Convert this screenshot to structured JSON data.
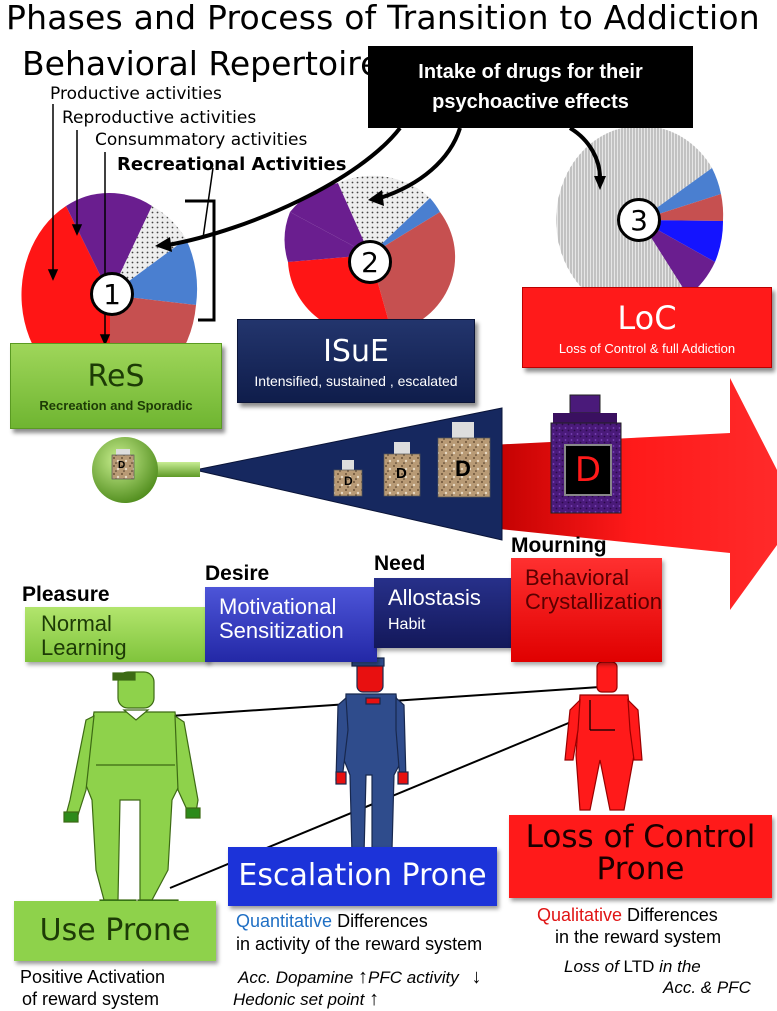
{
  "title": "Phases and Process of Transition to Addiction",
  "repertoire": {
    "heading": "Behavioral Repertoire:",
    "activities": [
      "Productive activities",
      "Reproductive activities",
      "Consummatory activities",
      "Recreational Activities"
    ]
  },
  "intake": {
    "line1": "Intake of drugs for their",
    "line2": "psychoactive effects"
  },
  "pies": [
    {
      "number": "1",
      "slices": [
        "red",
        "purple",
        "dotted",
        "blue",
        "brown"
      ]
    },
    {
      "number": "2",
      "slices": [
        "purple",
        "dotted",
        "blue",
        "brown",
        "red"
      ]
    },
    {
      "number": "3",
      "slices": [
        "hatched",
        "blue",
        "brown",
        "bright-blue",
        "purple"
      ]
    }
  ],
  "phases": {
    "res": {
      "main": "ReS",
      "sub": "Recreation and Sporadic"
    },
    "isue": {
      "main": "ISuE",
      "sub": "Intensified, sustained , escalated"
    },
    "loc": {
      "main": "LoC",
      "sub": "Loss of Control  & full Addiction"
    }
  },
  "bottles": {
    "letter": "D"
  },
  "stages": [
    {
      "label": "Pleasure",
      "box_line1": "Normal",
      "box_line2": "Learning"
    },
    {
      "label": "Desire",
      "box_line1": "Motivational",
      "box_line2": "Sensitization"
    },
    {
      "label": "Need",
      "box_line1": "Allostasis",
      "box_line2": "Habit"
    },
    {
      "label": "Mourning",
      "box_line1": "Behavioral",
      "box_line2": "Crystallization"
    }
  ],
  "prones": {
    "use": {
      "label": "Use Prone",
      "desc_line1": "Positive Activation",
      "desc_line2": "of  reward system"
    },
    "escalation": {
      "label": "Escalation Prone",
      "highlight": "Quantitative",
      "desc_rest": " Differences",
      "desc_line2": "in activity of the reward system",
      "acc_dopamine": "Acc. Dopamine",
      "pfc_activity": "PFC activity",
      "hedonic": "Hedonic set point",
      "arrow_up": "↑",
      "arrow_down": "↓"
    },
    "loc": {
      "label_line1": "Loss of Control",
      "label_line2": "Prone",
      "highlight": "Qualitative",
      "desc_rest": " Differences",
      "desc_line2": "in the reward system",
      "loss_of": "Loss of",
      "ltd": "LTD",
      "in_the": "in the",
      "acc_pfc": "Acc. & PFC"
    }
  },
  "colors": {
    "green": "#8ed24b",
    "navy": "#1a2a63",
    "red": "#ff1a1a",
    "blue_text": "#1f6fc4",
    "red_text": "#e01414"
  }
}
